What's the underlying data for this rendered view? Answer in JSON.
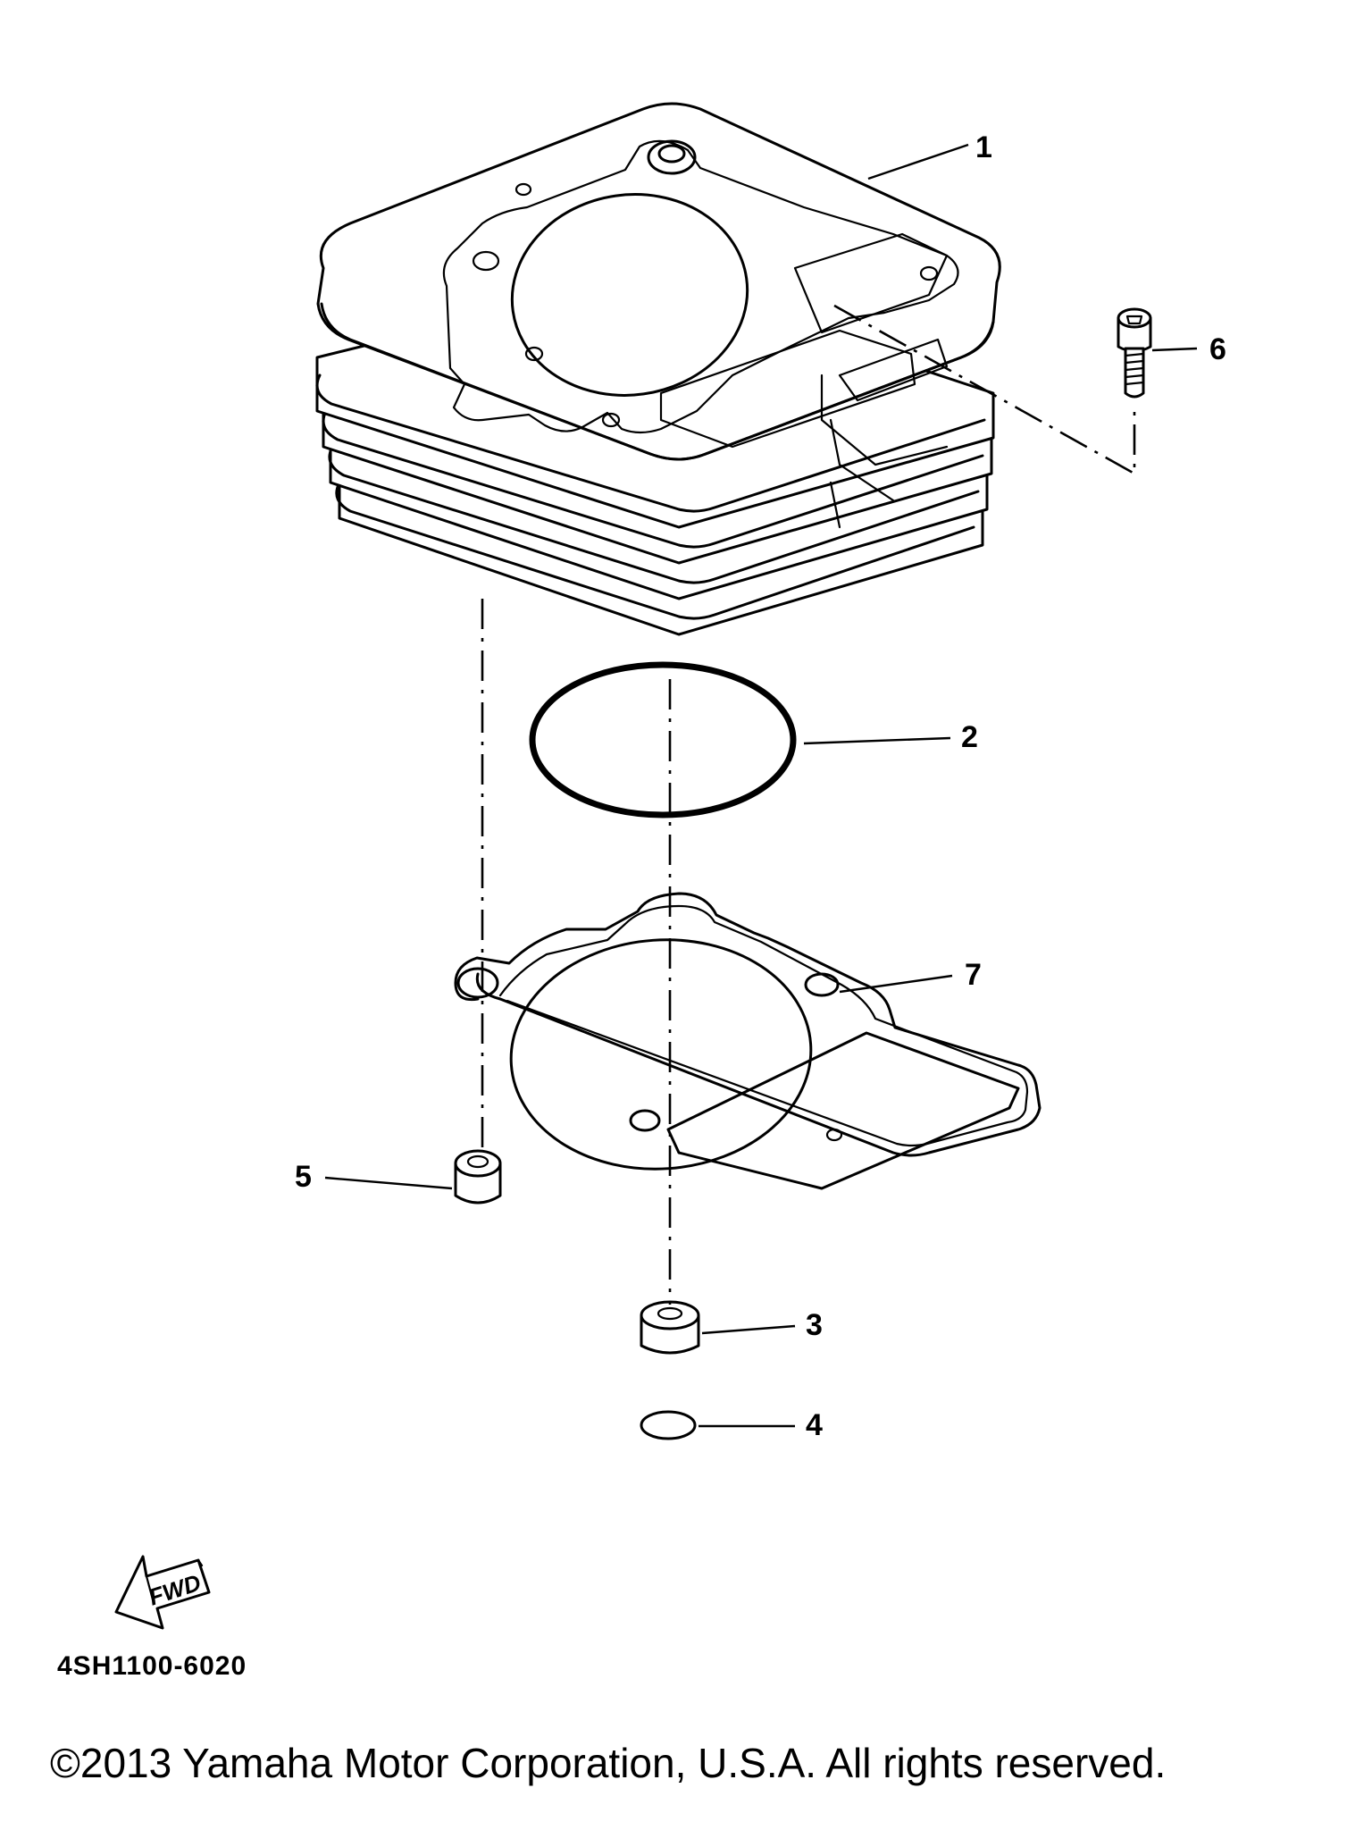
{
  "callouts": [
    {
      "id": "1",
      "label": "1"
    },
    {
      "id": "2",
      "label": "2"
    },
    {
      "id": "3",
      "label": "3"
    },
    {
      "id": "4",
      "label": "4"
    },
    {
      "id": "5",
      "label": "5"
    },
    {
      "id": "6",
      "label": "6"
    },
    {
      "id": "7",
      "label": "7"
    }
  ],
  "fwd_label": "FWD",
  "part_code": "4SH1100-6020",
  "copyright": "©2013 Yamaha Motor Corporation, U.S.A. All rights reserved."
}
